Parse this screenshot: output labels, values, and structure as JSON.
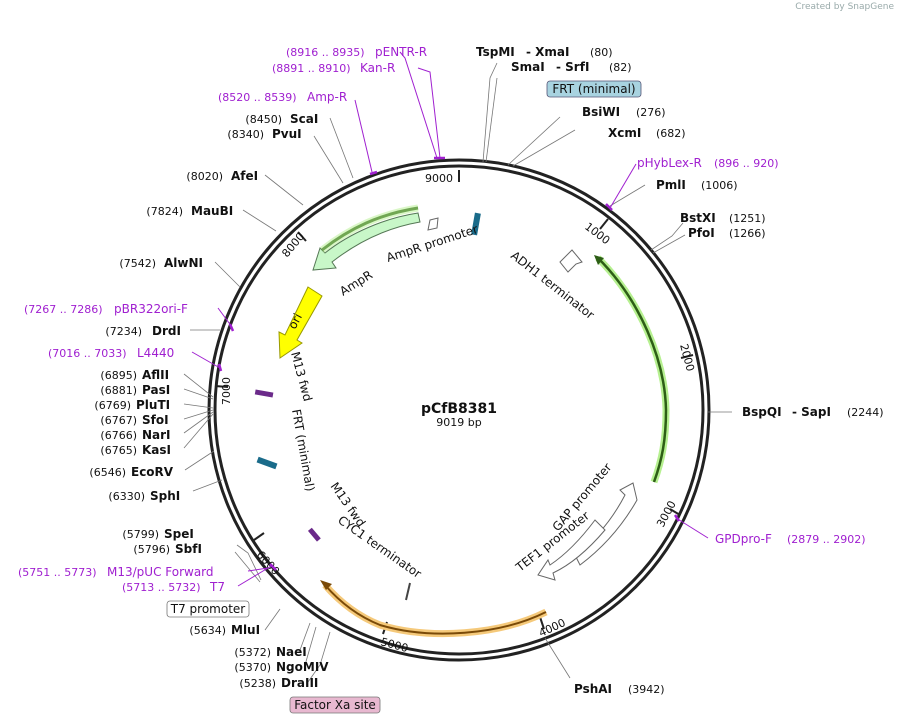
{
  "credit": "Created by SnapGene",
  "plasmid": {
    "name": "pCfB8381",
    "length": "9019 bp"
  },
  "enzymes": {
    "tspmi": {
      "name": "TspMI",
      "pos": "(80)"
    },
    "xmai": {
      "name": "- XmaI",
      "pos": "(80)"
    },
    "smai": {
      "name": "SmaI",
      "pos": "(82)"
    },
    "srfi": {
      "name": "- SrfI",
      "pos": "(82)"
    },
    "bsiwi": {
      "name": "BsiWI",
      "pos": "(276)"
    },
    "xcmi": {
      "name": "XcmI",
      "pos": "(682)"
    },
    "pmli": {
      "name": "PmlI",
      "pos": "(1006)"
    },
    "bstxi": {
      "name": "BstXI",
      "pos": "(1251)"
    },
    "pfoi": {
      "name": "PfoI",
      "pos": "(1266)"
    },
    "bspqi": {
      "name": "BspQI",
      "pos": "(2244)"
    },
    "sapi": {
      "name": "- SapI",
      "pos": "(2244)"
    },
    "pshai": {
      "name": "PshAI",
      "pos": "(3942)"
    },
    "drai": {
      "name": "DraIII",
      "pos": "(5238)"
    },
    "ngomiv": {
      "name": "NgoMIV",
      "pos": "(5370)"
    },
    "naei": {
      "name": "NaeI",
      "pos": "(5372)"
    },
    "mlui": {
      "name": "MluI",
      "pos": "(5634)"
    },
    "sbfi": {
      "name": "SbfI",
      "pos": "(5796)"
    },
    "spei": {
      "name": "SpeI",
      "pos": "(5799)"
    },
    "sphi": {
      "name": "SphI",
      "pos": "(6330)"
    },
    "ecorv": {
      "name": "EcoRV",
      "pos": "(6546)"
    },
    "kasi": {
      "name": "KasI",
      "pos": "(6765)"
    },
    "nari": {
      "name": "NarI",
      "pos": "(6766)"
    },
    "sfoi": {
      "name": "SfoI",
      "pos": "(6767)"
    },
    "plutI": {
      "name": "PluTI",
      "pos": "(6769)"
    },
    "pasi": {
      "name": "PasI",
      "pos": "(6881)"
    },
    "aflii": {
      "name": "AflII",
      "pos": "(6895)"
    },
    "drdi": {
      "name": "DrdI",
      "pos": "(7234)"
    },
    "alwni": {
      "name": "AlwNI",
      "pos": "(7542)"
    },
    "maubi": {
      "name": "MauBI",
      "pos": "(7824)"
    },
    "afei": {
      "name": "AfeI",
      "pos": "(8020)"
    },
    "pvui": {
      "name": "PvuI",
      "pos": "(8340)"
    },
    "scai": {
      "name": "ScaI",
      "pos": "(8450)"
    }
  },
  "primers": {
    "pentr": {
      "name": "pENTR-R",
      "range": "(8916 .. 8935)"
    },
    "kan": {
      "name": "Kan-R",
      "range": "(8891 .. 8910)"
    },
    "amp": {
      "name": "Amp-R",
      "range": "(8520 .. 8539)"
    },
    "phyb": {
      "name": "pHybLex-R",
      "range": "(896 .. 920)"
    },
    "gpd": {
      "name": "GPDpro-F",
      "range": "(2879 .. 2902)"
    },
    "pbr": {
      "name": "pBR322ori-F",
      "range": "(7267 .. 7286)"
    },
    "l4440": {
      "name": "L4440",
      "range": "(7016 .. 7033)"
    },
    "m13puc": {
      "name": "M13/pUC Forward",
      "range": "(5751 .. 5773)"
    },
    "t7": {
      "name": "T7",
      "range": "(5713 .. 5732)"
    }
  },
  "boxes": {
    "frt_top": "FRT (minimal)",
    "t7promoter": "T7 promoter",
    "factorxa": "Factor Xa site"
  },
  "features": {
    "ampr_promoter": "AmpR promoter",
    "ampr": "AmpR",
    "ori": "ori",
    "m13fwd1": "M13 fwd",
    "frt_inner": "FRT (minimal)",
    "m13fwd2": "M13 fwd",
    "cyc1": "CYC1 terminator",
    "adh1": "ADH1 terminator",
    "gap": "GAP promoter",
    "tef1": "TEF1 promoter"
  },
  "ticks": [
    "9000",
    "1000",
    "2000",
    "3000",
    "4000",
    "5000",
    "6000",
    "7000",
    "8000"
  ]
}
